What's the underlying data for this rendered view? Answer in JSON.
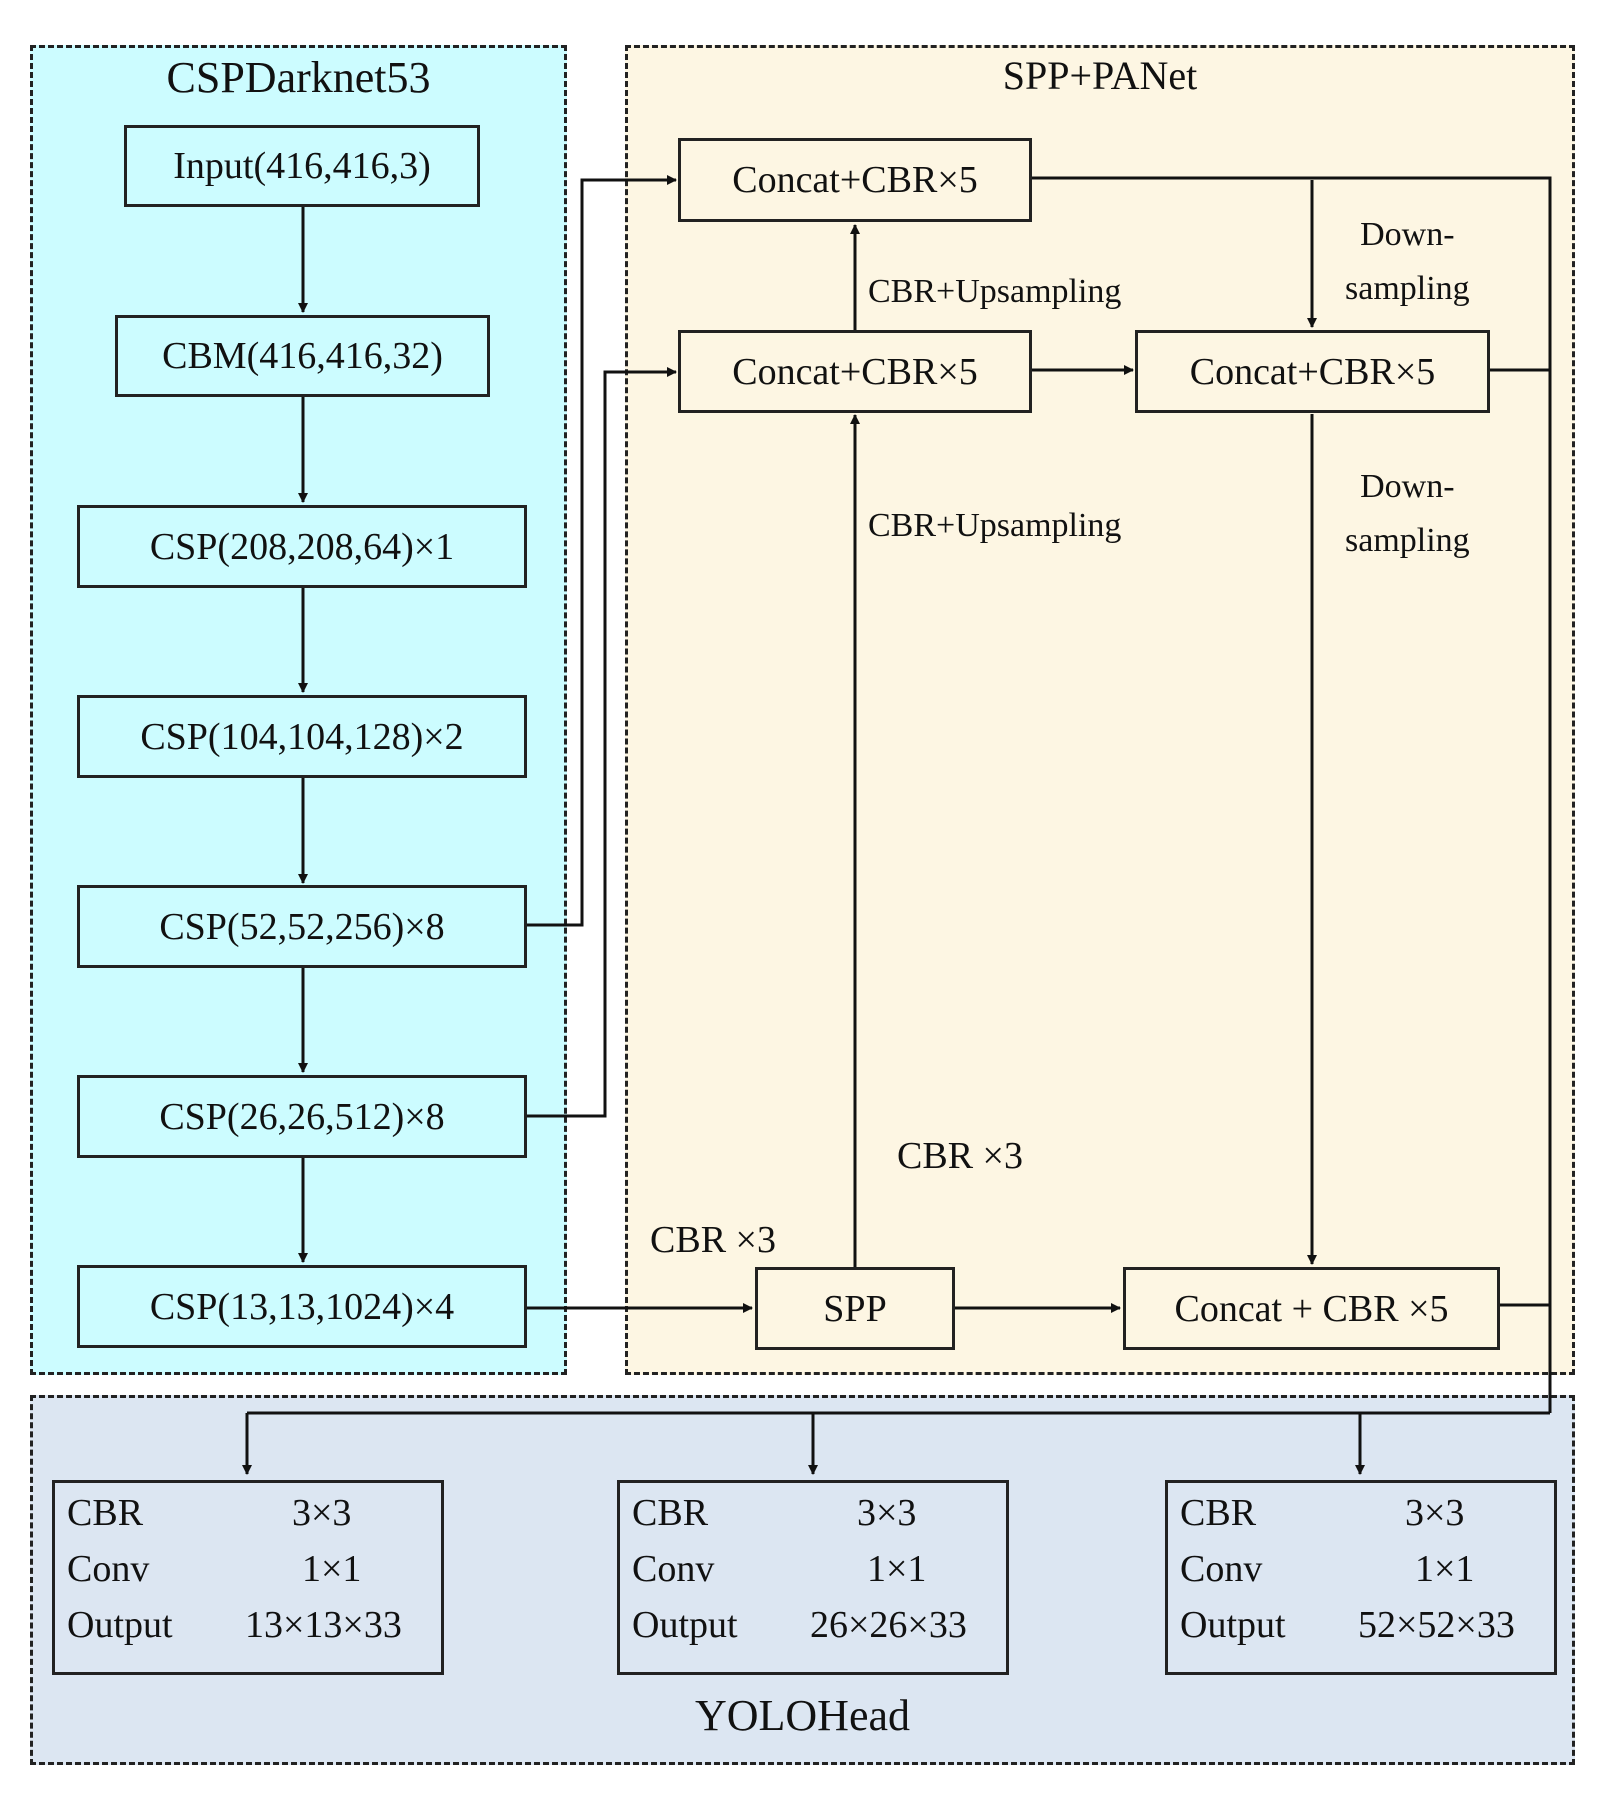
{
  "regions": {
    "backbone": "CSPDarknet53",
    "neck": "SPP+PANet",
    "head": "YOLOHead"
  },
  "backbone_blocks": [
    "Input(416,416,3)",
    "CBM(416,416,32)",
    "CSP(208,208,64)×1",
    "CSP(104,104,128)×2",
    "CSP(52,52,256)×8",
    "CSP(26,26,512)×8",
    "CSP(13,13,1024)×4"
  ],
  "neck_blocks": {
    "top_left": "Concat+CBR×5",
    "mid_left": "Concat+CBR×5",
    "mid_right": "Concat+CBR×5",
    "spp": "SPP",
    "bottom_right": "Concat + CBR ×5"
  },
  "edge_labels": {
    "upsample_top": "CBR+Upsampling",
    "upsample_bottom": "CBR+Upsampling",
    "downsample_top": [
      "Down-",
      "sampling"
    ],
    "downsample_bottom": [
      "Down-",
      "sampling"
    ],
    "cbr3_spp_up": "CBR ×3",
    "cbr3_spp_in": "CBR ×3"
  },
  "head_blocks": [
    {
      "rows": [
        [
          "CBR",
          "3×3"
        ],
        [
          "Conv",
          "1×1"
        ],
        [
          "Output",
          "13×13×33"
        ]
      ]
    },
    {
      "rows": [
        [
          "CBR",
          "3×3"
        ],
        [
          "Conv",
          "1×1"
        ],
        [
          "Output",
          "26×26×33"
        ]
      ]
    },
    {
      "rows": [
        [
          "CBR",
          "3×3"
        ],
        [
          "Conv",
          "1×1"
        ],
        [
          "Output",
          "52×52×33"
        ]
      ]
    }
  ]
}
